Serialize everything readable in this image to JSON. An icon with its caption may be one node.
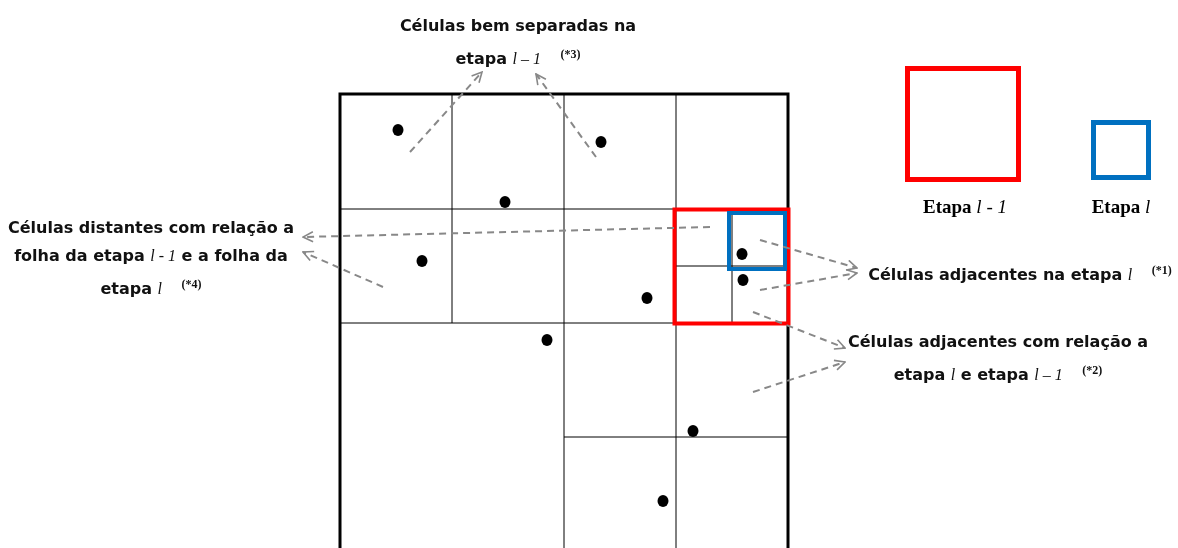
{
  "diagram": {
    "nodes": [
      {
        "text": [
          "Células bem separadas na etapa *l – 1* $^{(*3)}$"
        ]
      },
      {
        "text": [
          "Células distantes com relação a folha da etapa *l - 1* e a folha da etapa *l* $^{(*4)}$"
        ]
      },
      {
        "text": [
          "Células adjacentes na etapa *l* $^{(*1)}$"
        ]
      },
      {
        "text": [
          "Células adjacentes com relação a etapa *l* e etapa *l – 1* $^{(*2)}$"
        ]
      }
    ],
    "edges": [
      {
        "from": null,
        "to": 0,
        "arrow": "to",
        "style": "dashed"
      },
      {
        "from": null,
        "to": 0,
        "arrow": "to",
        "style": "dashed"
      },
      {
        "from": null,
        "to": 1,
        "arrow": "to",
        "style": "dashed"
      },
      {
        "from": null,
        "to": 1,
        "arrow": "to",
        "style": "dashed"
      },
      {
        "from": null,
        "to": 2,
        "arrow": "to",
        "style": "dashed"
      },
      {
        "from": null,
        "to": 2,
        "arrow": "to",
        "style": "dashed"
      },
      {
        "from": null,
        "to": 3,
        "arrow": "to",
        "style": "dashed"
      },
      {
        "from": null,
        "to": 3,
        "arrow": "to",
        "style": "dashed"
      }
    ],
    "legend": [
      {
        "text": "Etapa *l - 1*",
        "color": "#ff0000"
      },
      {
        "text": "Etapa *l*",
        "color": "#0070c0"
      }
    ]
  }
}
